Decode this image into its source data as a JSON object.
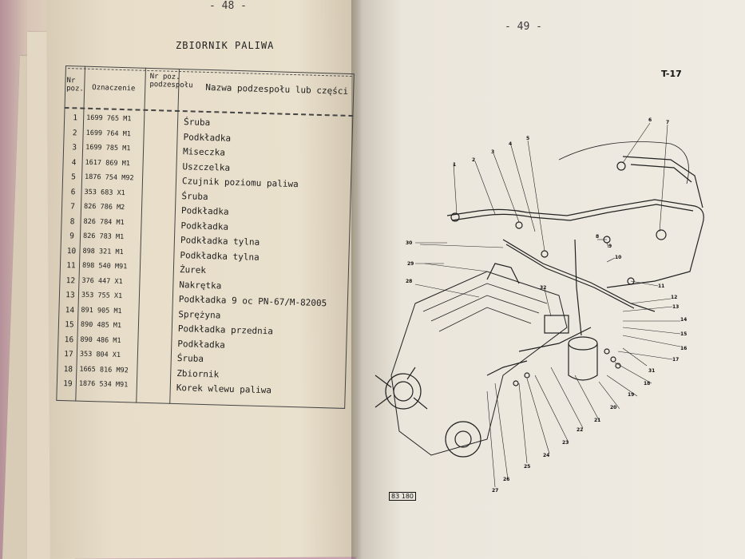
{
  "left_page": {
    "page_number": "- 48 -",
    "title": "ZBIORNIK PALIWA",
    "columns": [
      "Nr poz.",
      "Oznaczenie",
      "Nr poz. podzespołu",
      "Nazwa podzespołu lub części"
    ],
    "rows": [
      {
        "nr": "1",
        "code": "1699 765 M1",
        "name": "Śruba"
      },
      {
        "nr": "2",
        "code": "1699 764 M1",
        "name": "Podkładka"
      },
      {
        "nr": "3",
        "code": "1699 785 M1",
        "name": "Miseczka"
      },
      {
        "nr": "4",
        "code": "1617 869 M1",
        "name": "Uszczelka"
      },
      {
        "nr": "5",
        "code": "1876 754 M92",
        "name": "Czujnik poziomu paliwa"
      },
      {
        "nr": "6",
        "code": "353 683 X1",
        "name": "Śruba"
      },
      {
        "nr": "7",
        "code": "826 786 M2",
        "name": "Podkładka"
      },
      {
        "nr": "8",
        "code": "826 784 M1",
        "name": "Podkładka"
      },
      {
        "nr": "9",
        "code": "826 783 M1",
        "name": "Podkładka tylna"
      },
      {
        "nr": "10",
        "code": "898 321 M1",
        "name": "Podkładka tylna"
      },
      {
        "nr": "11",
        "code": "898 540 M91",
        "name": "Żurek"
      },
      {
        "nr": "12",
        "code": "376 447 X1",
        "name": "Nakrętka"
      },
      {
        "nr": "13",
        "code": "353 755 X1",
        "name": "Podkładka 9 oc PN-67/M-82005"
      },
      {
        "nr": "14",
        "code": "891 905 M1",
        "name": "Sprężyna"
      },
      {
        "nr": "15",
        "code": "890 485 M1",
        "name": "Podkładka przednia"
      },
      {
        "nr": "16",
        "code": "890 486 M1",
        "name": "Podkładka"
      },
      {
        "nr": "17",
        "code": "353 804 X1",
        "name": "Śruba"
      },
      {
        "nr": "18",
        "code": "1665 816 M92",
        "name": "Zbiornik"
      },
      {
        "nr": "19",
        "code": "1876 534 M91",
        "name": "Korek wlewu paliwa"
      }
    ]
  },
  "right_page": {
    "page_number": "- 49 -",
    "figure_code": "T-17",
    "stamp": "83 180",
    "callouts": [
      "1",
      "2",
      "3",
      "4",
      "5",
      "6",
      "7",
      "8",
      "9",
      "10",
      "11",
      "12",
      "13",
      "14",
      "15",
      "16",
      "17",
      "18",
      "19",
      "20",
      "21",
      "22",
      "23",
      "24",
      "25",
      "26",
      "27",
      "28",
      "29",
      "30",
      "31",
      "32"
    ]
  }
}
